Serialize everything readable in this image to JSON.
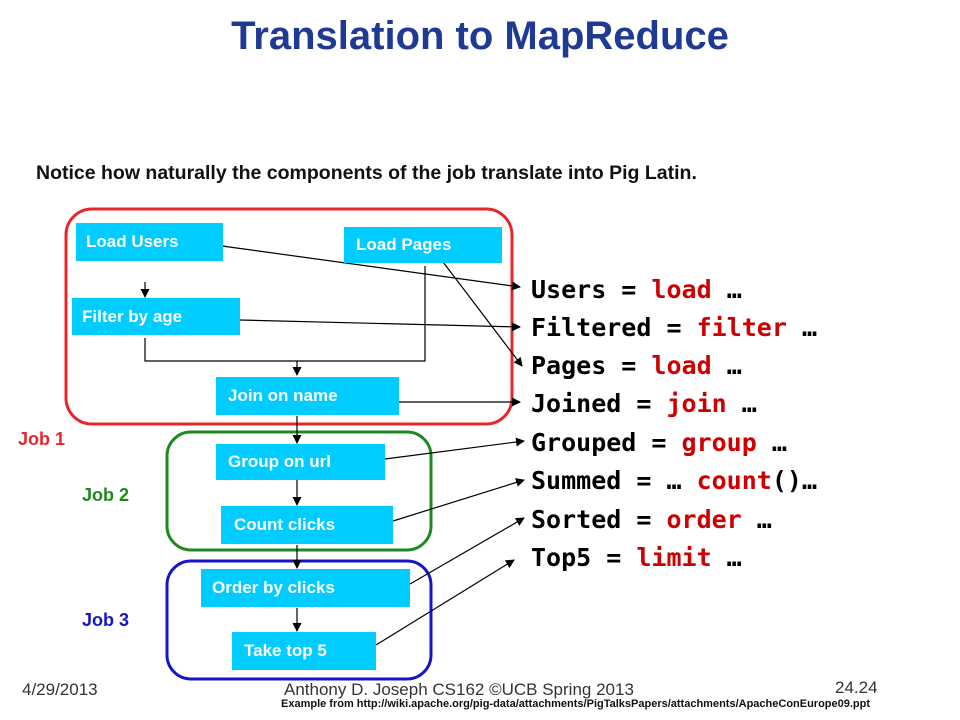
{
  "title": "Translation to MapReduce",
  "subtitle": "Notice how naturally the components of the  job translate into Pig Latin.",
  "boxes": {
    "load_users": "Load Users",
    "load_pages": "Load Pages",
    "filter_by_age": "Filter by age",
    "join_on_name": "Join on name",
    "group_on_url": "Group on url",
    "count_clicks": "Count clicks",
    "order_by_clicks": "Order by clicks",
    "take_top_5": "Take top 5"
  },
  "jobs": {
    "job1": {
      "label": "Job 1",
      "color": "#e8262a"
    },
    "job2": {
      "label": "Job 2",
      "color": "#1e8a1e"
    },
    "job3": {
      "label": "Job 3",
      "color": "#1515c8"
    }
  },
  "code_lines": [
    {
      "pre": "Users = ",
      "kw": "load",
      "post": " …"
    },
    {
      "pre": "Filtered = ",
      "kw": "filter",
      "post": " …"
    },
    {
      "pre": "Pages = ",
      "kw": "load",
      "post": " …"
    },
    {
      "pre": "Joined = ",
      "kw": "join",
      "post": " …"
    },
    {
      "pre": "Grouped = ",
      "kw": "group",
      "post": " …"
    },
    {
      "pre": "Summed = … ",
      "kw": "count",
      "post": "()…"
    },
    {
      "pre": "Sorted = ",
      "kw": "order",
      "post": " …"
    },
    {
      "pre": "Top5 = ",
      "kw": "limit",
      "post": " …"
    }
  ],
  "footer": {
    "date": "4/29/2013",
    "course": "Anthony D. Joseph CS162 ©UCB Spring 2013",
    "slide_number": "24.24",
    "source": "Example from http://wiki.apache.org/pig-data/attachments/PigTalksPapers/attachments/ApacheConEurope09.ppt"
  },
  "colors": {
    "title": "#1f3a93",
    "box": "#00ccff",
    "keyword": "#cc0000"
  }
}
